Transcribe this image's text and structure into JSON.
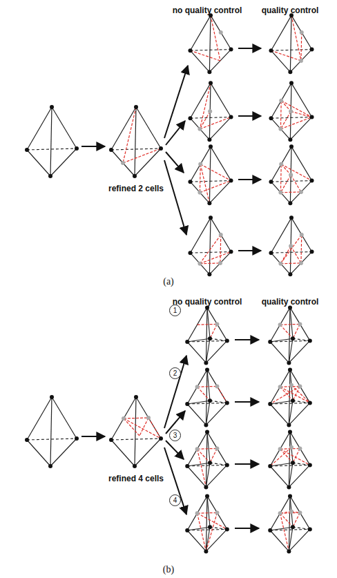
{
  "diagram": {
    "nodes": [
      {
        "text": [
          "1"
        ]
      },
      {
        "text": [
          "2"
        ]
      },
      {
        "text": [
          "3"
        ]
      },
      {
        "text": [
          "4"
        ]
      }
    ],
    "labels": [
      "no quality control",
      "quality control",
      "refined 2 cells",
      "(a)",
      "no quality control",
      "quality control",
      "refined 4 cells",
      "(b)"
    ]
  }
}
